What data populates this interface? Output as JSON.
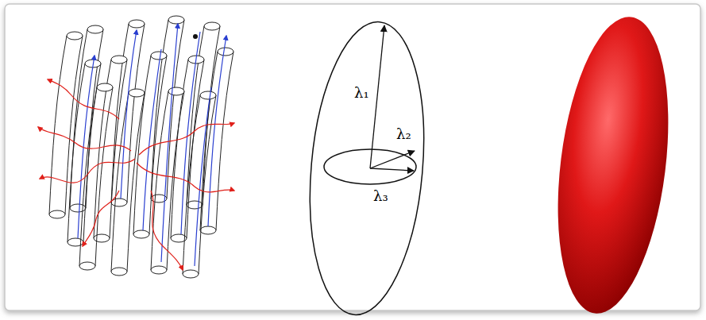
{
  "diagram": {
    "labels": [
      "λ₁",
      "λ₂",
      "λ₃"
    ]
  }
}
